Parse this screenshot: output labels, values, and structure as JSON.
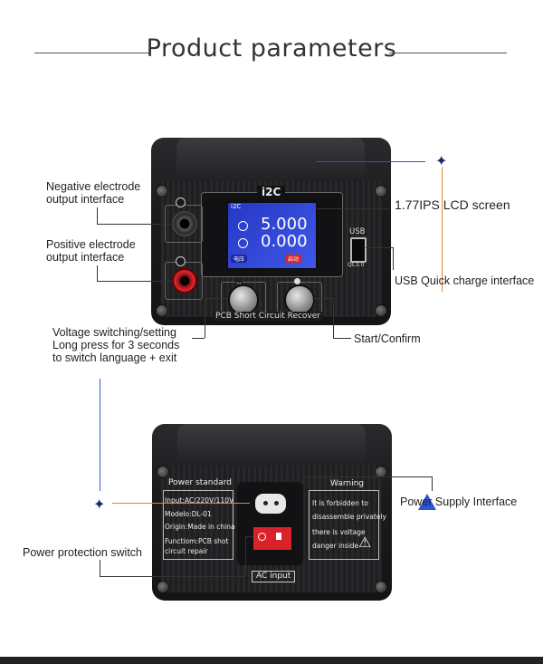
{
  "header": {
    "title": "Product parameters"
  },
  "front": {
    "brand": "i2C",
    "lcd": {
      "voltage": "5.000",
      "current": "0.000",
      "left_btn": "电压",
      "right_btn": "启动"
    },
    "usb_label": "USB",
    "usb_sub": "QC3.0",
    "pcb_label": "PCB Short Circuit Recover"
  },
  "callouts": {
    "negative": [
      "Negative electrode",
      "output interface"
    ],
    "positive": [
      "Positive electrode",
      "output interface"
    ],
    "lcd": "1.77IPS LCD screen",
    "usb": "USB Quick charge interface",
    "voltage": [
      "Voltage switching/setting",
      "Long press for 3 seconds",
      "to switch language + exit"
    ],
    "start": "Start/Confirm",
    "power_supply": "Power Supply Interface",
    "protection": "Power protection switch"
  },
  "back": {
    "standard_title": "Power standard",
    "standard_lines": [
      "Input:AC/220V/110V",
      "Modelo:DL-01",
      "Origin:Made in china",
      "Functiom:PCB shot",
      "circuit repair"
    ],
    "warning_title": "Warning",
    "warning_lines": [
      "It is forbidden to",
      "disassemble privately",
      "there is voltage",
      "danger inside"
    ],
    "ac_label": "AC input"
  },
  "colors": {
    "accent_orange": "#e8832a",
    "accent_blue": "#2b56d6",
    "lcd_blue": "#3348d8",
    "socket_red": "#d8232a"
  }
}
